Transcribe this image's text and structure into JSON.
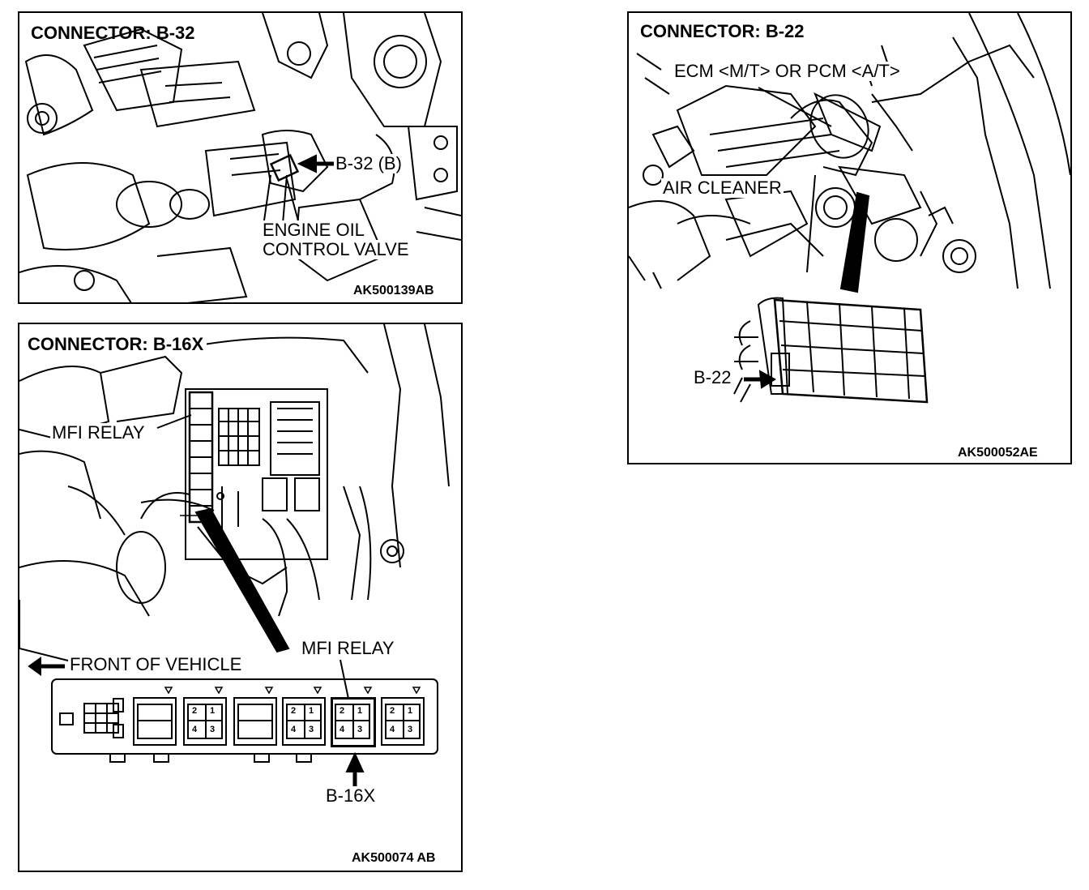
{
  "panels": {
    "b32": {
      "title": "CONNECTOR: B-32",
      "code": "AK500139AB",
      "callout": "B-32 (B)",
      "part_line1": "ENGINE OIL",
      "part_line2": "CONTROL VALVE"
    },
    "b16x": {
      "title": "CONNECTOR: B-16X",
      "code": "AK500074 AB",
      "relay_label_upper": "MFI RELAY",
      "relay_label_lower": "MFI RELAY",
      "front_label": "FRONT OF VEHICLE",
      "callout": "B-16X",
      "pin_1": "1",
      "pin_2": "2",
      "pin_3": "3",
      "pin_4": "4"
    },
    "b22": {
      "title": "CONNECTOR: B-22",
      "code": "AK500052AE",
      "ecm_label": "ECM <M/T> OR PCM <A/T>",
      "air_cleaner_label": "AIR CLEANER",
      "callout": "B-22"
    }
  }
}
